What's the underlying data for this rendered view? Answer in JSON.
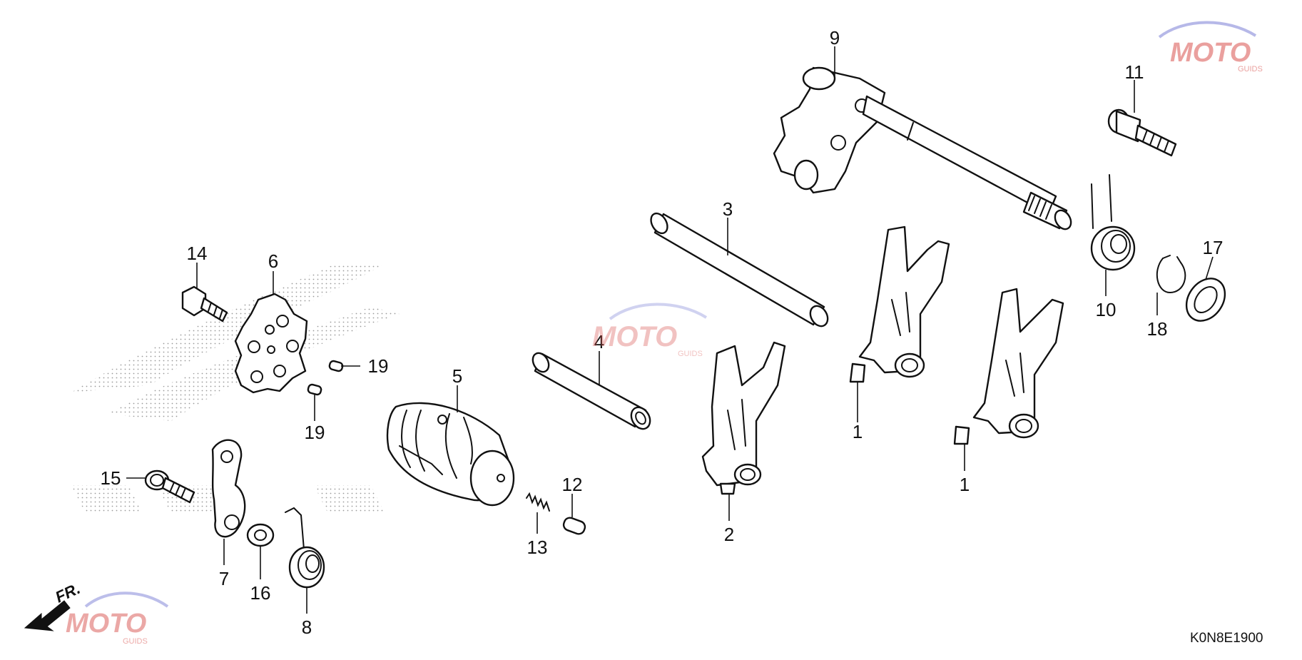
{
  "diagram": {
    "callouts": [
      {
        "key": "p1a",
        "label": "1"
      },
      {
        "key": "p1b",
        "label": "1"
      },
      {
        "key": "p2",
        "label": "2"
      },
      {
        "key": "p3",
        "label": "3"
      },
      {
        "key": "p4",
        "label": "4"
      },
      {
        "key": "p5",
        "label": "5"
      },
      {
        "key": "p6",
        "label": "6"
      },
      {
        "key": "p7",
        "label": "7"
      },
      {
        "key": "p8",
        "label": "8"
      },
      {
        "key": "p9",
        "label": "9"
      },
      {
        "key": "p10",
        "label": "10"
      },
      {
        "key": "p11",
        "label": "11"
      },
      {
        "key": "p12",
        "label": "12"
      },
      {
        "key": "p13",
        "label": "13"
      },
      {
        "key": "p14",
        "label": "14"
      },
      {
        "key": "p15",
        "label": "15"
      },
      {
        "key": "p16",
        "label": "16"
      },
      {
        "key": "p17",
        "label": "17"
      },
      {
        "key": "p18",
        "label": "18"
      },
      {
        "key": "p19a",
        "label": "19"
      },
      {
        "key": "p19b",
        "label": "19"
      }
    ],
    "direction_label": "FR.",
    "diagram_code": "K0N8E1900",
    "watermark": {
      "text": "MOTO",
      "subtext": "GUIDS"
    },
    "colors": {
      "line": "#111111",
      "watermark_red": "#d9534f",
      "watermark_blue": "#7b7fd6",
      "stipple": "#9a9a9a"
    }
  }
}
